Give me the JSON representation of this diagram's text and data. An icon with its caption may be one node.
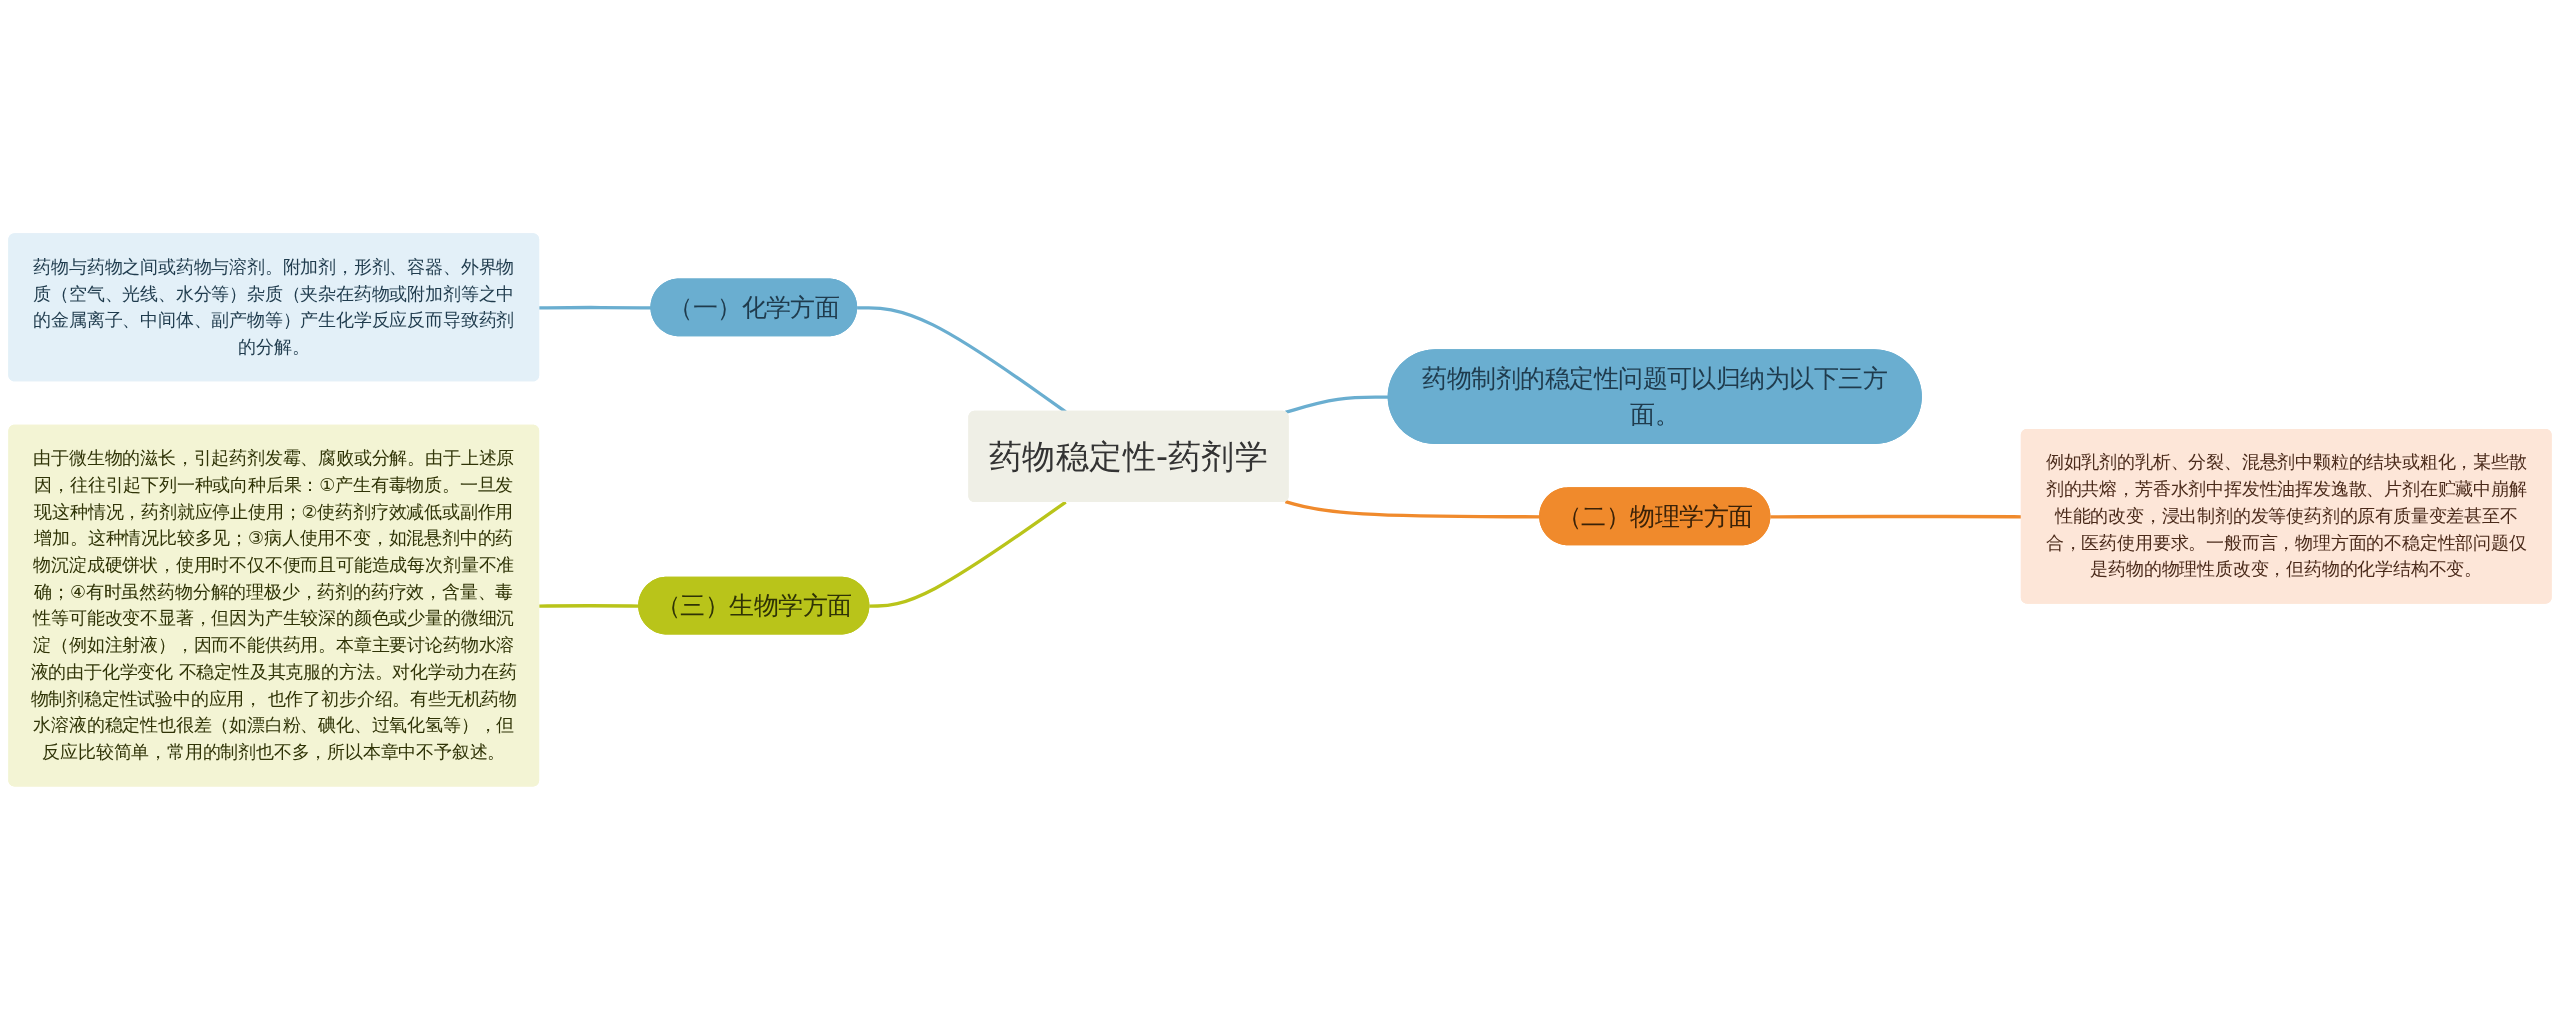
{
  "diagram": {
    "nodes": [
      {
        "text": [
          "药物稳定性-药剂学"
        ]
      },
      {
        "text": [
          "（一）化学方面"
        ]
      },
      {
        "text": [
          "药物与药物之间或药物与溶剂。附加剂，形剂、容器、外界物质（空气、光线、水分等）杂质（夹杂在药物或附加剂等之中的金属离子、中间体、副产物等）产生化学反应反而导致药剂的分解。"
        ]
      },
      {
        "text": [
          "药物制剂的稳定性问题可以归纳为以下三方面。"
        ]
      },
      {
        "text": [
          "（二）物理学方面"
        ]
      },
      {
        "text": [
          "例如乳剂的乳析、分裂、混悬剂中颗粒的结块或粗化，某些散剂的共熔，芳香水剂中挥发性油挥发逸散、片剂在贮藏中崩解性能的改变，浸出制剂的发等使药剂的原有质量变差甚至不合，医药使用要求。一般而言，物理方面的不稳定性部问题仅是药物的物理性质改变，但药物的化学结构不变。"
        ]
      },
      {
        "text": [
          "（三）生物学方面"
        ]
      },
      {
        "text": [
          "由于微生物的滋长，引起药剂发霉、腐败或分解。由于上述原因，往往引起下列一种或向种后果：①产生有毒物质。一旦发现这种情况，药剂就应停止使用；②使药剂疗效减低或副作用增加。这种情况比较多见；③病人使用不变，如混悬剂中的药物沉淀成硬饼状，使用时不仅不便而且可能造成每次剂量不准确；④有时虽然药物分解的理极少，药剂的药疗效，含量、毒性等可能改变不显著，但因为产生较深的颜色或少量的微细沉淀（例如注射液），因而不能供药用。本章主要讨论药物水溶液的由于化学变化 不稳定性及其克服的方法。对化学动力在药物制剂稳定性试验中的应用， 也作了初步介绍。有些无机药物水溶液的稳定性也很差（如漂白粉、碘化、过氧化氢等），但反应比较简单，常用的制剂也不多，所以本章中不予叙述。"
        ]
      }
    ],
    "edges": [
      {
        "from": 0,
        "to": 1,
        "arrow": "none",
        "color": "#6aaed0"
      },
      {
        "from": 1,
        "to": 2,
        "arrow": "none",
        "color": "#6aaed0"
      },
      {
        "from": 0,
        "to": 3,
        "arrow": "none",
        "color": "#6aaed0"
      },
      {
        "from": 0,
        "to": 4,
        "arrow": "none",
        "color": "#f08a2c"
      },
      {
        "from": 4,
        "to": 5,
        "arrow": "none",
        "color": "#f08a2c"
      },
      {
        "from": 0,
        "to": 6,
        "arrow": "none",
        "color": "#b9c41a"
      },
      {
        "from": 6,
        "to": 7,
        "arrow": "none",
        "color": "#b9c41a"
      }
    ]
  }
}
